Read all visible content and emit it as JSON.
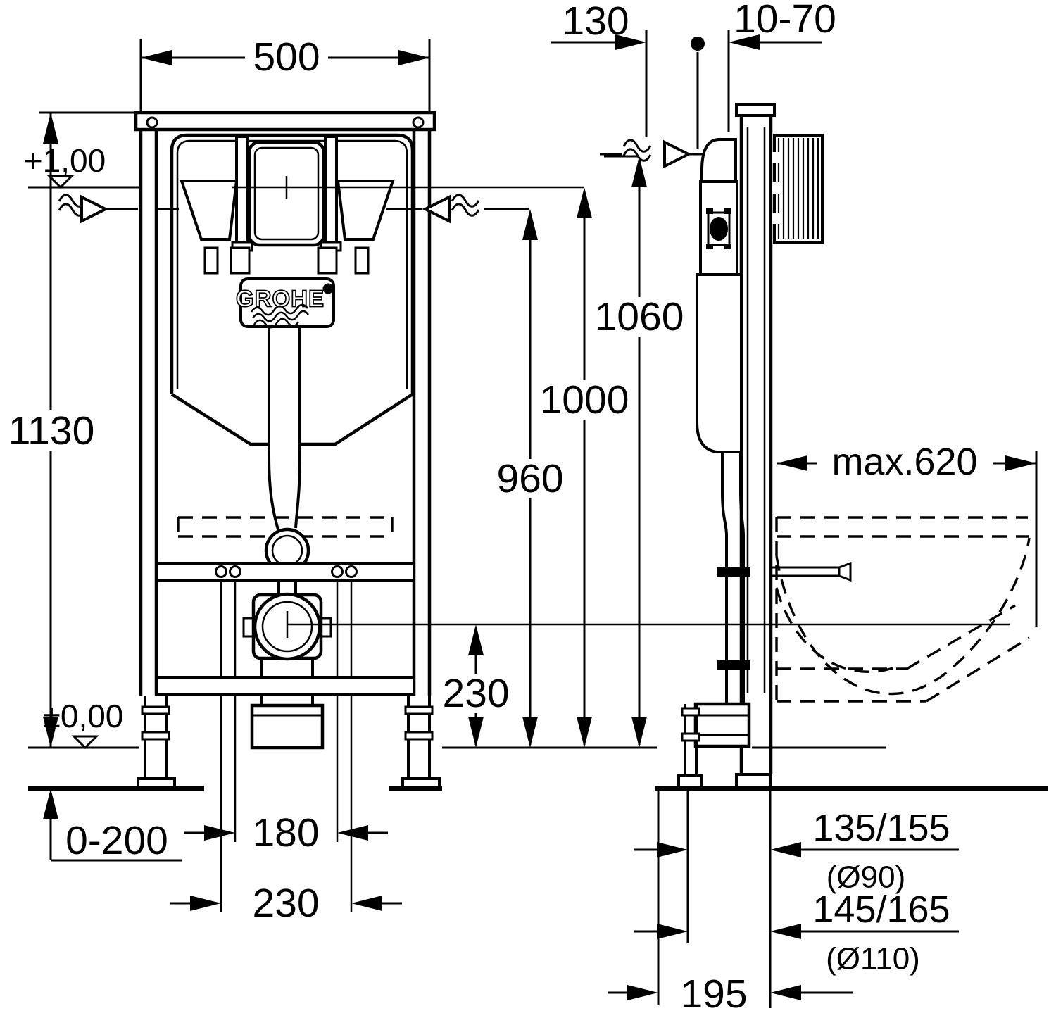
{
  "colors": {
    "line": "#000000",
    "background": "#ffffff"
  },
  "front_view": {
    "logo": "GROHE",
    "levels": {
      "meter_mark": "+1,00",
      "floor_mark": "±0,00"
    },
    "dims": {
      "width": "500",
      "height": "1130",
      "foot_adjustment": "0-200",
      "bolt_spacing_inner": "180",
      "bolt_spacing_outer": "230",
      "outlet_center_height": "230",
      "inlet_level": "960",
      "actuator_center_level": "1000",
      "top_connection_level": "1060"
    }
  },
  "side_view": {
    "dims": {
      "center_offset": "130",
      "wall_finish_range": "10-70",
      "max_bowl_depth": "max.620",
      "outlet_distance_d90": "135/155",
      "outlet_distance_d90_note": "(Ø90)",
      "outlet_distance_d110": "145/165",
      "outlet_distance_d110_note": "(Ø110)",
      "drain_offset": "195"
    }
  }
}
